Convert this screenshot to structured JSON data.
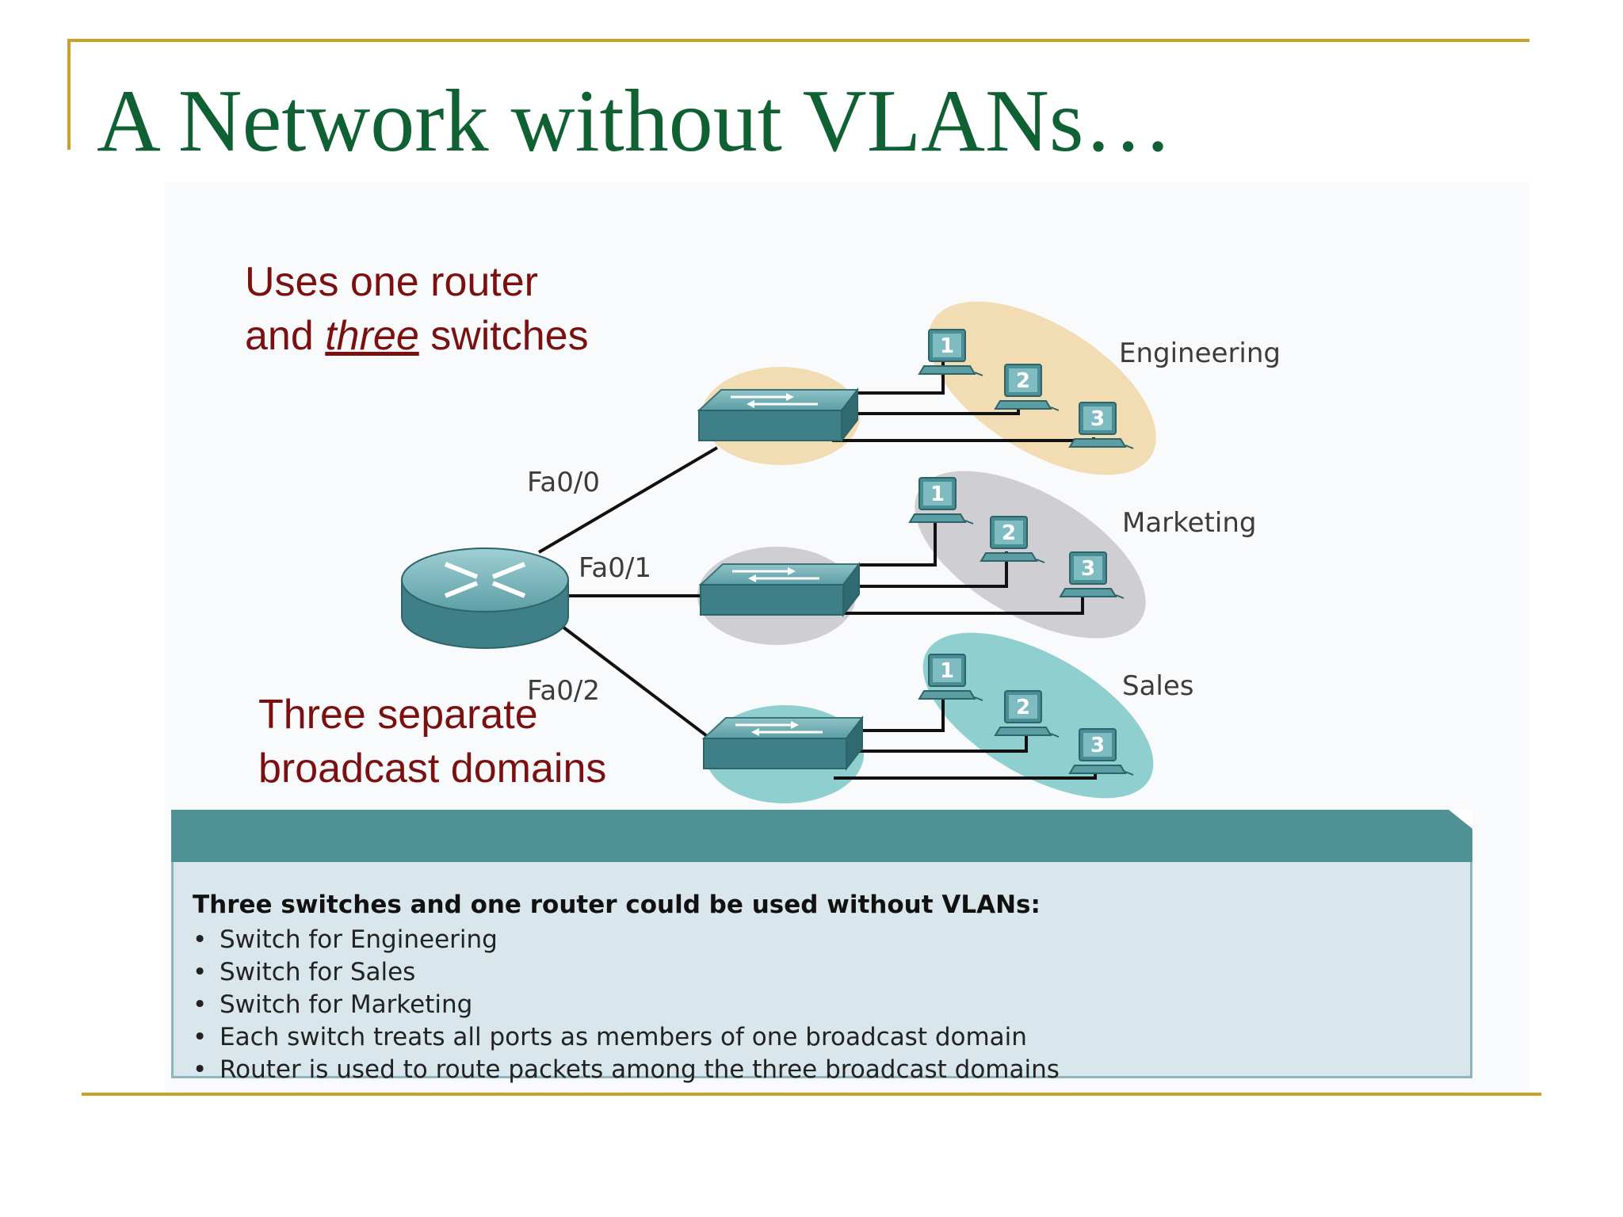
{
  "title": "A Network without VLANs…",
  "callouts": {
    "top_line1": "Uses one router",
    "top_line2_pre": "and ",
    "top_line2_em": "three",
    "top_line2_post": " switches",
    "bottom_line1": "Three separate",
    "bottom_line2": "broadcast domains"
  },
  "diagram": {
    "interfaces": [
      "Fa0/0",
      "Fa0/1",
      "Fa0/2"
    ],
    "groups": [
      {
        "name": "Engineering",
        "color": "#f2dcb3",
        "pcs": [
          "1",
          "2",
          "3"
        ]
      },
      {
        "name": "Marketing",
        "color": "#cfcfd3",
        "pcs": [
          "1",
          "2",
          "3"
        ]
      },
      {
        "name": "Sales",
        "color": "#8fcfcf",
        "pcs": [
          "1",
          "2",
          "3"
        ]
      }
    ]
  },
  "info": {
    "heading": "Three switches and one router could be used without VLANs:",
    "bullets": [
      "Switch for Engineering",
      "Switch for Sales",
      "Switch for Marketing",
      "Each switch treats all ports as members of one broadcast domain",
      "Router is used to route packets among the three broadcast domains"
    ]
  },
  "colors": {
    "title": "#0f6133",
    "callout": "#7b1010",
    "rule": "#c9a227",
    "device": "#4a8e95"
  }
}
